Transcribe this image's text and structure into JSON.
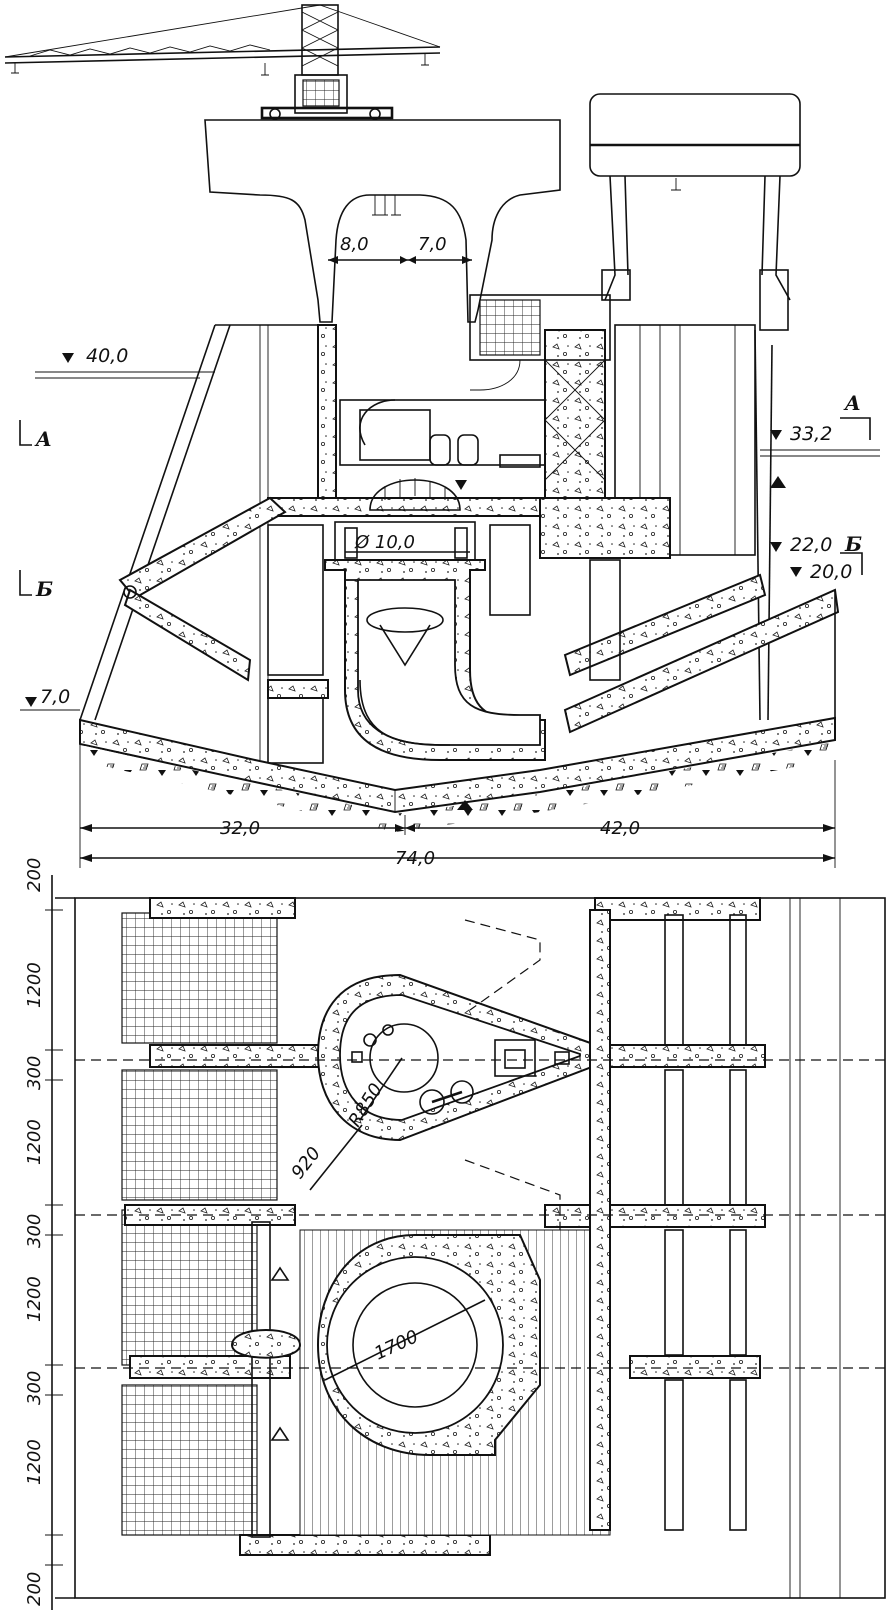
{
  "section": {
    "levels": {
      "l40": "40,0",
      "l33": "33,2",
      "l22": "22,0",
      "l20": "20,0",
      "l7": "7,0"
    },
    "crane_span_left": "8,0",
    "crane_span_right": "7,0",
    "runner_diameter": "Ø 10,0",
    "section_marks": {
      "a_left": "A",
      "a_right": "A",
      "b_left": "Б",
      "b_right": "Б"
    },
    "dims": {
      "left": "32,0",
      "right": "42,0",
      "total": "74,0"
    }
  },
  "plan": {
    "left_dims": [
      "200",
      "1200",
      "300",
      "1200",
      "300",
      "1200",
      "300",
      "1200",
      "200"
    ],
    "radius_label": "R850",
    "width_920": "920",
    "pit_diameter": "1700"
  }
}
